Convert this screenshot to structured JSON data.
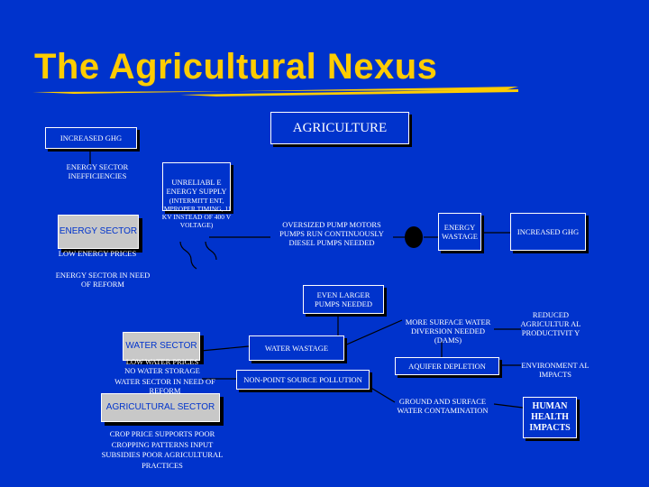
{
  "title": "The Agricultural Nexus",
  "colors": {
    "background": "#0033cc",
    "title": "#ffcc00",
    "text": "#ffffff",
    "grey_box": "#c8c8c8"
  },
  "nodes": {
    "agriculture": "AGRICULTURE",
    "increased_ghg_top": "INCREASED GHG",
    "energy_sector_inefficiencies": "ENERGY SECTOR INEFFICIENCIES",
    "energy_sector_box": "ENERGY SECTOR",
    "low_energy_prices": "LOW ENERGY PRICES",
    "energy_sector_reform": "ENERGY SECTOR IN NEED OF REFORM",
    "unreliable_supply": "UNRELIABL E ENERGY SUPPLY",
    "intermittent": "(INTERMITT ENT, IMPROPER TIMING, 11 KV INSTEAD OF 400 V VOLTAGE)",
    "oversized_pumps": "OVERSIZED PUMP MOTORS PUMPS RUN CONTINUOUSLY DIESEL PUMPS NEEDED",
    "energy_wastage": "ENERGY WASTAGE",
    "increased_ghg_right": "INCREASED GHG",
    "even_larger_pumps": "EVEN LARGER PUMPS NEEDED",
    "water_sector_box": "WATER SECTOR",
    "low_water_prices": "LOW WATER PRICES",
    "no_water_storage": "NO WATER STORAGE",
    "water_sector_reform": "WATER SECTOR IN NEED OF REFORM",
    "agricultural_sector_box": "AGRICULTURAL SECTOR",
    "agri_list": "CROP PRICE SUPPORTS POOR CROPPING PATTERNS INPUT SUBSIDIES POOR AGRICULTURAL PRACTICES",
    "water_wastage": "WATER WASTAGE",
    "non_point_pollution": "NON-POINT SOURCE POLLUTION",
    "more_surface_water": "MORE SURFACE WATER DIVERSION NEEDED (DAMS)",
    "aquifer_depletion": "AQUIFER DEPLETION",
    "ground_surface_contamination": "GROUND AND SURFACE WATER CONTAMINATION",
    "reduced_productivity": "REDUCED AGRICULTUR AL PRODUCTIVIT Y",
    "environment_impacts": "ENVIRONMENT AL IMPACTS",
    "human_health": "HUMAN HEALTH IMPACTS"
  }
}
